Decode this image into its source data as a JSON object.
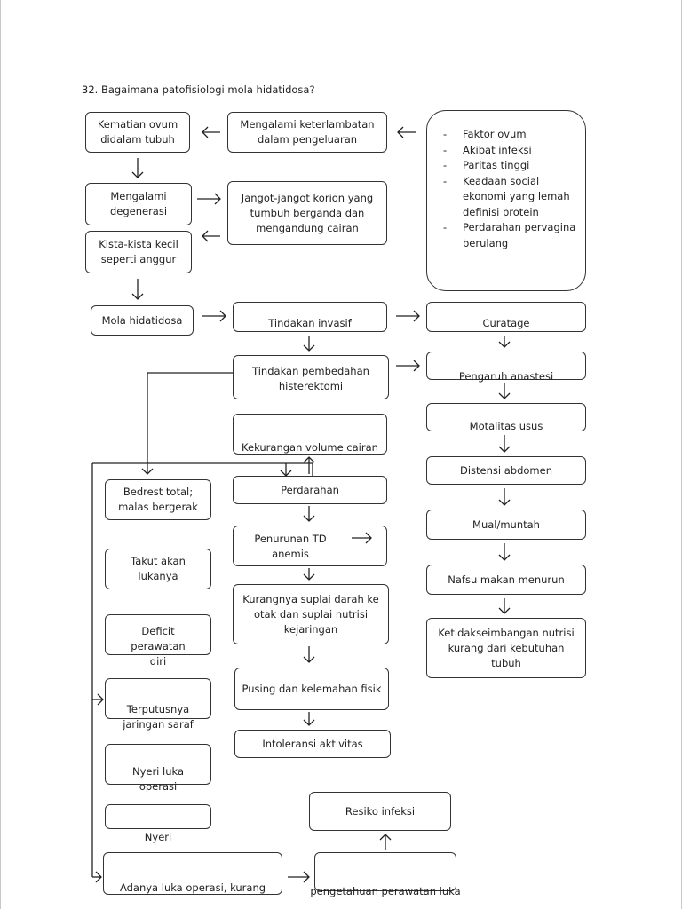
{
  "question": "32. Bagaimana patofisiologi mola hidatidosa?",
  "factors": [
    "Faktor ovum",
    "Akibat infeksi",
    "Paritas tinggi",
    "Keadaan social ekonomi yang lemah definisi protein",
    "Perdarahan pervagina berulang"
  ],
  "nodes": {
    "kematian_ovum": "Kematian ovum didalam tubuh",
    "keterlambatan": "Mengalami keterlambatan dalam pengeluaran",
    "degenerasi": "Mengalami degenerasi",
    "jangot": "Jangot-jangot korion yang tumbuh berganda dan mengandung cairan",
    "kista": "Kista-kista kecil seperti anggur",
    "mola": "Mola hidatidosa",
    "invasif": "Tindakan invasif",
    "curatage": "Curatage",
    "pembedahan": "Tindakan pembedahan histerektomi",
    "anastesi": "Pengaruh anastesi",
    "motalitas": "Motalitas usus",
    "volume": "Kekurangan volume cairan",
    "distensi": "Distensi abdomen",
    "bedrest": "Bedrest total; malas bergerak",
    "perdarahan": "Perdarahan",
    "mual": "Mual/muntah",
    "penurunan": "Penurunan TD anemis",
    "takut": "Takut akan lukanya",
    "nafsu": "Nafsu makan menurun",
    "suplai": "Kurangnya suplai darah ke otak dan suplai nutrisi kejaringan",
    "deficit": "Deficit perawatan diri",
    "ketidakseimbangan": "Ketidakseimbangan nutrisi kurang dari kebutuhan tubuh",
    "pusing": "Pusing dan kelemahan fisik",
    "saraf": "Terputusnya jaringan saraf",
    "intoleransi": "Intoleransi aktivitas",
    "nyeri_luka": "Nyeri luka operasi",
    "resiko": "Resiko infeksi",
    "nyeri": "Nyeri",
    "luka_operasi": "Adanya luka operasi, kurang",
    "pengetahuan": "pengetahuan perawatan luka"
  }
}
